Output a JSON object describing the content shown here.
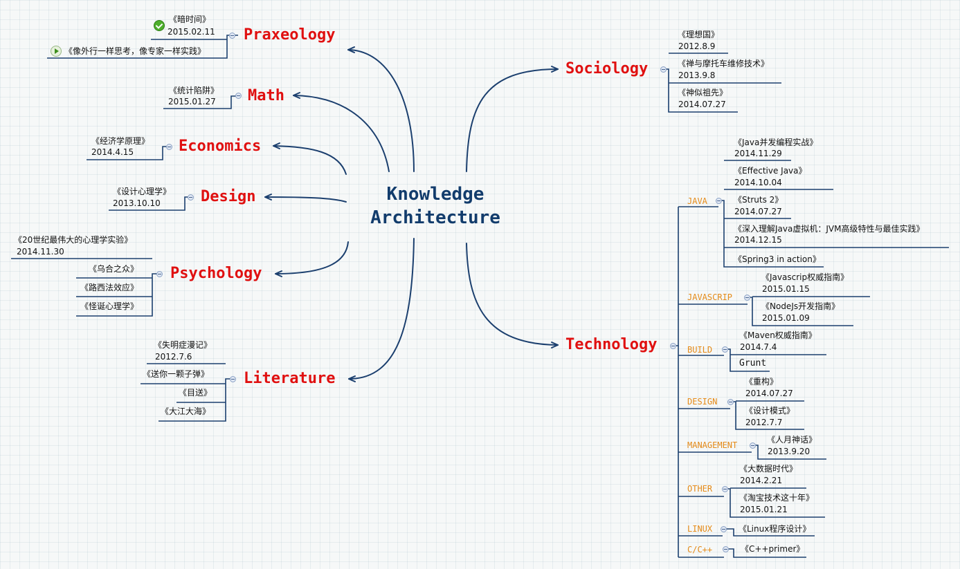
{
  "central": {
    "line1": "Knowledge",
    "line2": "Architecture"
  },
  "praxeology": {
    "title": "Praxeology",
    "item1_title": "《暗时间》",
    "item1_date": "2015.02.11",
    "item2_title": "《像外行一样思考，像专家一样实践》"
  },
  "math": {
    "title": "Math",
    "item1_title": "《统计陷阱》",
    "item1_date": "2015.01.27"
  },
  "economics": {
    "title": "Economics",
    "item1_title": "《经济学原理》",
    "item1_date": "2014.4.15"
  },
  "design": {
    "title": "Design",
    "item1_title": "《设计心理学》",
    "item1_date": "2013.10.10"
  },
  "psychology": {
    "title": "Psychology",
    "item1_title": "《20世纪最伟大的心理学实验》",
    "item1_date": "2014.11.30",
    "item2_title": "《乌合之众》",
    "item3_title": "《路西法效应》",
    "item4_title": "《怪诞心理学》"
  },
  "literature": {
    "title": "Literature",
    "item1_title": "《失明症漫记》",
    "item1_date": "2012.7.6",
    "item2_title": "《送你一颗子弹》",
    "item3_title": "《目送》",
    "item4_title": "《大江大海》"
  },
  "sociology": {
    "title": "Sociology",
    "item1_title": "《理想国》",
    "item1_date": "2012.8.9",
    "item2_title": "《禅与摩托车维修技术》",
    "item2_date": "2013.9.8",
    "item3_title": "《神似祖先》",
    "item3_date": "2014.07.27"
  },
  "technology": {
    "title": "Technology",
    "java": {
      "label": "JAVA",
      "b1_title": "《Java并发编程实战》",
      "b1_date": "2014.11.29",
      "b2_title": "《Effective Java》",
      "b2_date": "2014.10.04",
      "b3_title": "《Struts 2》",
      "b3_date": "2014.07.27",
      "b4_title": "《深入理解Java虚拟机：JVM高级特性与最佳实践》",
      "b4_date": "2014.12.15",
      "b5_title": "《Spring3 in action》"
    },
    "javascrip": {
      "label": "JAVASCRIP",
      "b1_title": "《Javascrip权威指南》",
      "b1_date": "2015.01.15",
      "b2_title": "《NodeJs开发指南》",
      "b2_date": "2015.01.09"
    },
    "build": {
      "label": "BUILD",
      "b1_title": "《Maven权威指南》",
      "b1_date": "2014.7.4",
      "b2_title": "Grunt"
    },
    "designcat": {
      "label": "DESIGN",
      "b1_title": "《重构》",
      "b1_date": "2014.07.27",
      "b2_title": "《设计模式》",
      "b2_date": "2012.7.7"
    },
    "management": {
      "label": "MANAGEMENT",
      "b1_title": "《人月神话》",
      "b1_date": "2013.9.20"
    },
    "other": {
      "label": "OTHER",
      "b1_title": "《大数据时代》",
      "b1_date": "2014.2.21",
      "b2_title": "《淘宝技术这十年》",
      "b2_date": "2015.01.21"
    },
    "linux": {
      "label": "LINUX",
      "b1_title": "《Linux程序设计》"
    },
    "cpp": {
      "label": "C/C++",
      "b1_title": "《C++primer》"
    }
  },
  "colors": {
    "line": "#1b3f6e",
    "main_topic": "#e01010",
    "category": "#e48a18",
    "central": "#123c6c"
  },
  "icons": {
    "done": "check-circle-icon",
    "in_progress": "play-circle-icon",
    "collapse": "collapse-minus-icon"
  }
}
